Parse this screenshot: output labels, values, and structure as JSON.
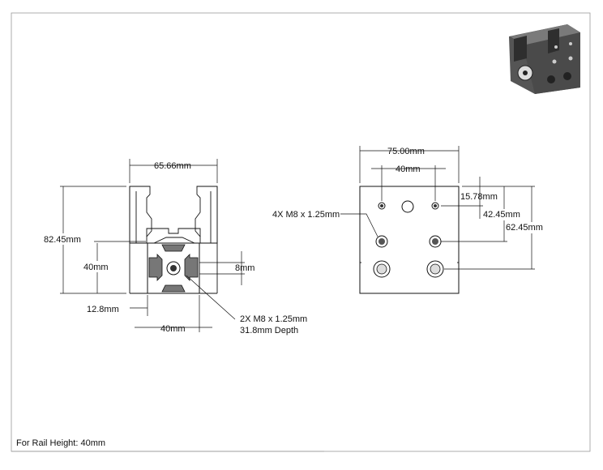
{
  "drawing": {
    "note": "For Rail Height: 40mm",
    "front_view": {
      "width": "65.66mm",
      "height": "82.45mm",
      "profile_height": "40mm",
      "slot": "8mm",
      "offset": "12.8mm",
      "profile_width": "40mm",
      "callout_line1": "2X M8 x 1.25mm",
      "callout_line2": "31.8mm Depth"
    },
    "side_view": {
      "width": "75.00mm",
      "hole_spacing": "40mm",
      "callout": "4X M8 x 1.25mm",
      "dim_top": "15.78mm",
      "dim_mid": "42.45mm",
      "dim_low": "62.45mm"
    },
    "iso_thumbnail": "isometric-render-icon"
  }
}
